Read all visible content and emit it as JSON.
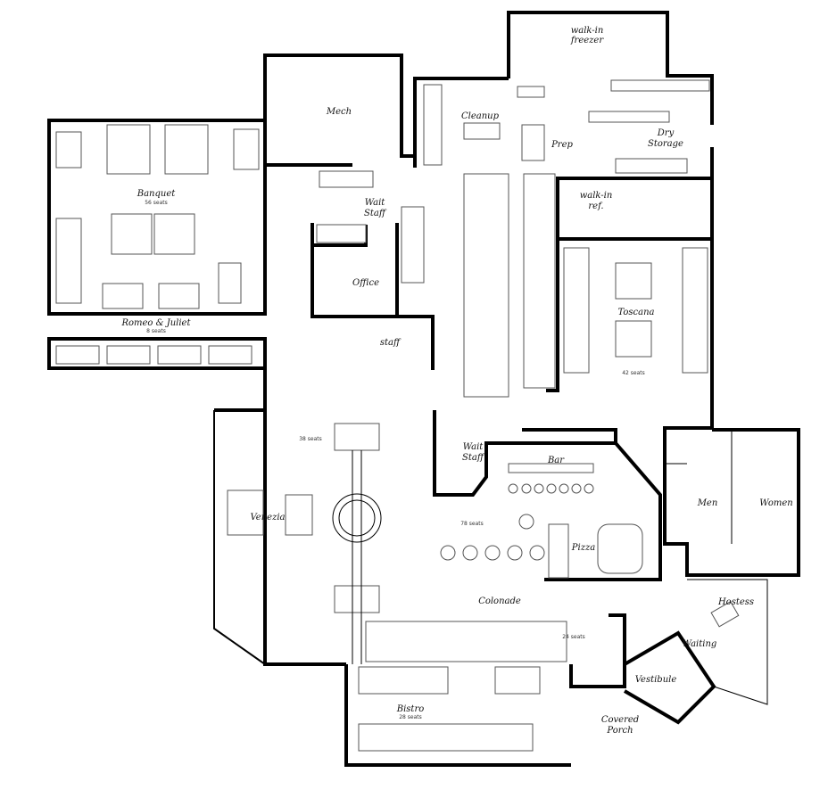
{
  "rooms": {
    "freezer": [
      "walk-in",
      "freezer"
    ],
    "mech": "Mech",
    "cleanup": "Cleanup",
    "prep": "Prep",
    "dry_storage": [
      "Dry",
      "Storage"
    ],
    "walkin_ref": [
      "walk-in",
      "ref."
    ],
    "banquet": "Banquet",
    "banquet_seats": "56 seats",
    "wait_staff_1": [
      "Wait",
      "Staff"
    ],
    "office": "Office",
    "staff": "staff",
    "romeo_juliet": "Romeo & Juliet",
    "romeo_juliet_seats": "8 seats",
    "toscana": "Toscana",
    "toscana_seats": "42 seats",
    "venezia": "Venezia",
    "venezia_seats": "38 seats",
    "wait_staff_2": [
      "Wait",
      "Staff"
    ],
    "bar": "Bar",
    "bar_seats": "78 seats",
    "pizza": "Pizza",
    "men": "Men",
    "women": "Women",
    "colonade": "Colonade",
    "colonade_seats": "24 seats",
    "hostess": "Hostess",
    "waiting": "Waiting",
    "vestibule": "Vestibule",
    "bistro": "Bistro",
    "bistro_seats": "28 seats",
    "porch": [
      "Covered",
      "Porch"
    ]
  }
}
